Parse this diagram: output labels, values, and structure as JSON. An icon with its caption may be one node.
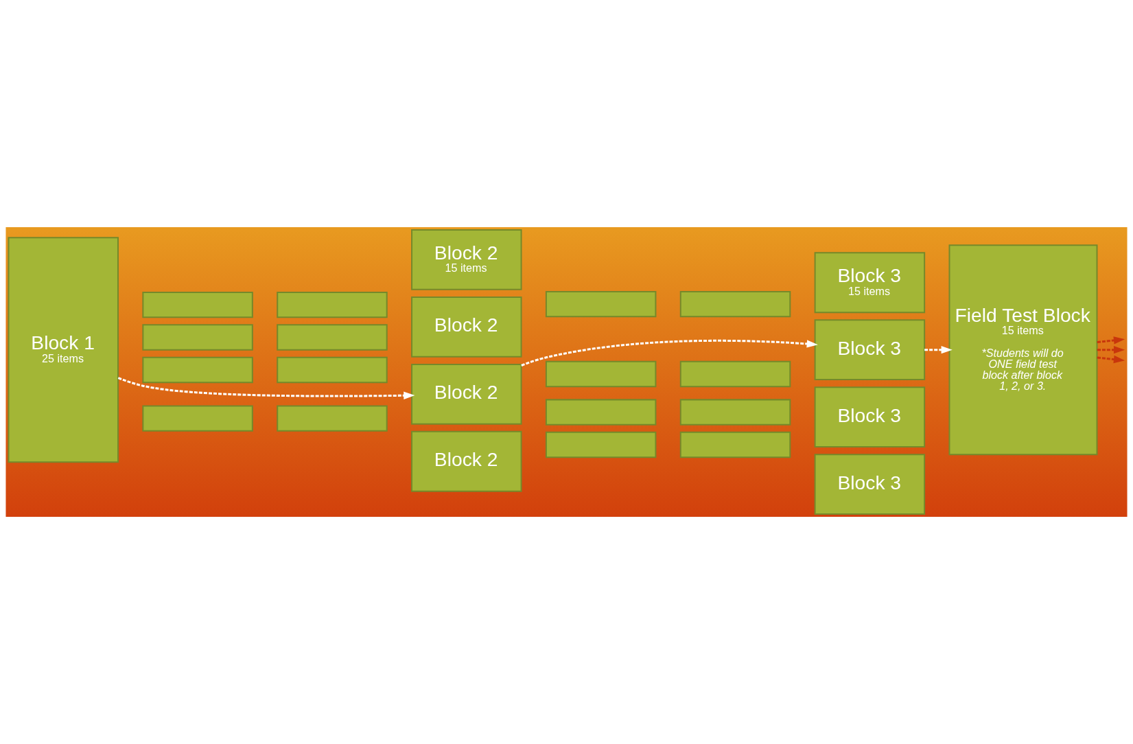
{
  "diagram": {
    "nodes": [
      {
        "text": [
          "Block 1",
          "25 items"
        ]
      },
      {
        "text": [],
        "shape": "box"
      },
      {
        "text": [],
        "shape": "box"
      },
      {
        "text": [
          "Block 2",
          "15 items"
        ]
      },
      {
        "text": [],
        "shape": "box"
      },
      {
        "text": [],
        "shape": "box"
      },
      {
        "text": [
          "Block 2"
        ]
      },
      {
        "text": [],
        "shape": "box"
      },
      {
        "text": [],
        "shape": "box"
      },
      {
        "text": [
          "Block 2"
        ]
      },
      {
        "text": [],
        "shape": "box"
      },
      {
        "text": [],
        "shape": "box"
      },
      {
        "text": [
          "Block 2"
        ]
      },
      {
        "text": [],
        "shape": "box"
      },
      {
        "text": [],
        "shape": "box"
      },
      {
        "text": [
          "Block 3",
          "15 items"
        ]
      },
      {
        "text": [],
        "shape": "box"
      },
      {
        "text": [],
        "shape": "box"
      },
      {
        "text": [
          "Block 3"
        ]
      },
      {
        "text": [],
        "shape": "box"
      },
      {
        "text": [],
        "shape": "box"
      },
      {
        "text": [
          "Block 3"
        ]
      },
      {
        "text": [],
        "shape": "box"
      },
      {
        "text": [],
        "shape": "box"
      },
      {
        "text": [
          "Block 3"
        ]
      },
      {
        "text": [
          "Field Test Block",
          "15 items",
          "*Students will do ONE field test block after block 1, 2, or 3."
        ]
      }
    ],
    "edges": [
      {
        "from": 0,
        "to": 9,
        "arrow": "to",
        "style": "dashed",
        "color": "#ffffff"
      },
      {
        "from": 9,
        "to": 18,
        "arrow": "to",
        "style": "dashed",
        "color": "#ffffff"
      },
      {
        "from": 18,
        "to": 25,
        "arrow": "to",
        "style": "dashed",
        "color": "#ffffff"
      },
      {
        "from": 25,
        "to": null,
        "arrow": "to",
        "style": "dashed",
        "color": "#c8360c"
      },
      {
        "from": 25,
        "to": null,
        "arrow": "to",
        "style": "dashed",
        "color": "#c8360c"
      },
      {
        "from": 25,
        "to": null,
        "arrow": "to",
        "style": "dashed",
        "color": "#c8360c"
      }
    ]
  }
}
